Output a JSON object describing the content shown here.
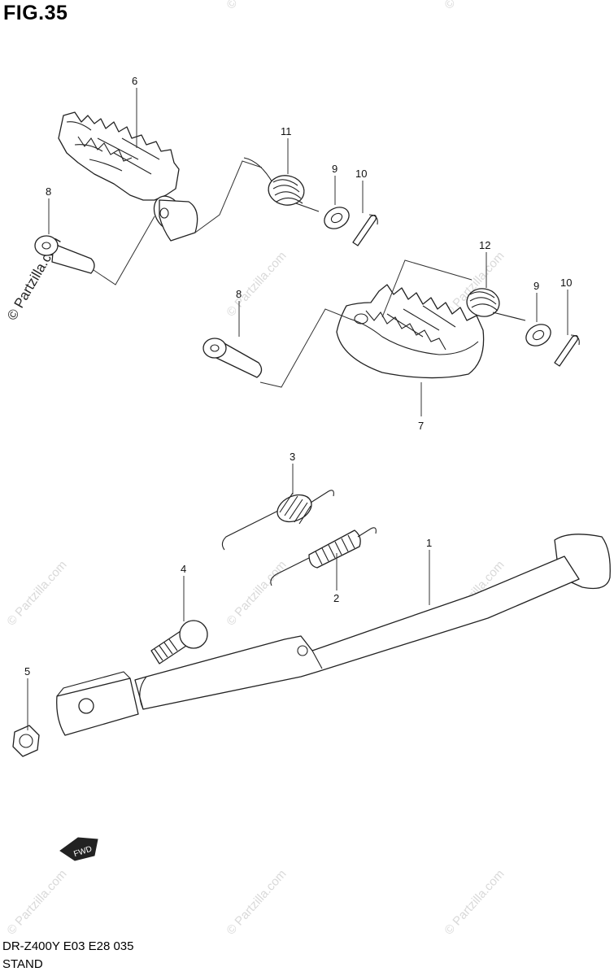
{
  "figure": {
    "title": "FIG.35",
    "model_code": "DR-Z400Y E03 E28 035",
    "section_name": "STAND"
  },
  "callouts": [
    {
      "id": "c6",
      "label": "6"
    },
    {
      "id": "c11",
      "label": "11"
    },
    {
      "id": "c9a",
      "label": "9"
    },
    {
      "id": "c10a",
      "label": "10"
    },
    {
      "id": "c8a",
      "label": "8"
    },
    {
      "id": "c12",
      "label": "12"
    },
    {
      "id": "c9b",
      "label": "9"
    },
    {
      "id": "c10b",
      "label": "10"
    },
    {
      "id": "c8b",
      "label": "8"
    },
    {
      "id": "c7",
      "label": "7"
    },
    {
      "id": "c3",
      "label": "3"
    },
    {
      "id": "c1",
      "label": "1"
    },
    {
      "id": "c2",
      "label": "2"
    },
    {
      "id": "c4",
      "label": "4"
    },
    {
      "id": "c5",
      "label": "5"
    }
  ],
  "watermark": {
    "text": "© Partzilla.com",
    "color": "#d9d9d9"
  },
  "fwd_arrow_text": "FWD"
}
